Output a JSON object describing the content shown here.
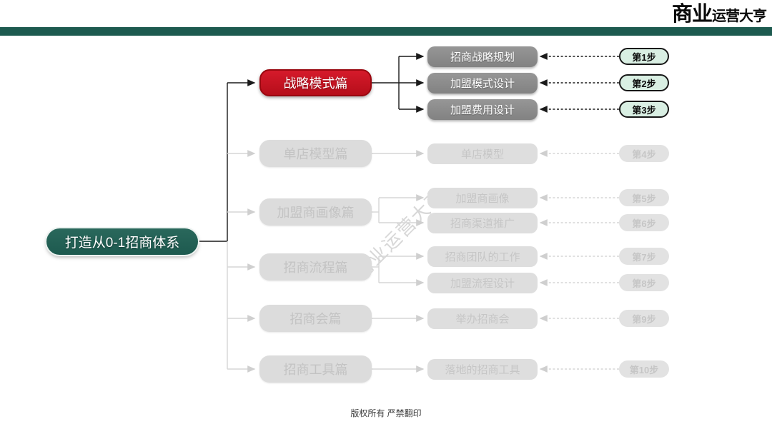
{
  "header": {
    "logo_primary": "商业",
    "logo_secondary": "运营大亨"
  },
  "root": {
    "label": "打造从0-1招商体系"
  },
  "watermark": "商业运营大亨",
  "footer": {
    "text": "版权所有 严禁翻印"
  },
  "colors": {
    "accent_green": "#1d5a4f",
    "accent_red": "#b60e1a",
    "active_node_gray": "#8a8a8a",
    "badge_mint": "#d9efe3",
    "faded_gray": "#dedede"
  },
  "groups": [
    {
      "label": "战略模式篇",
      "active": true,
      "items": [
        {
          "label": "招商战略规划",
          "step": "第1步"
        },
        {
          "label": "加盟模式设计",
          "step": "第2步"
        },
        {
          "label": "加盟费用设计",
          "step": "第3步"
        }
      ]
    },
    {
      "label": "单店模型篇",
      "active": false,
      "items": [
        {
          "label": "单店模型",
          "step": "第4步"
        }
      ]
    },
    {
      "label": "加盟商画像篇",
      "active": false,
      "items": [
        {
          "label": "加盟商画像",
          "step": "第5步"
        },
        {
          "label": "招商渠道推广",
          "step": "第6步"
        }
      ]
    },
    {
      "label": "招商流程篇",
      "active": false,
      "items": [
        {
          "label": "招商团队的工作",
          "step": "第7步"
        },
        {
          "label": "加盟流程设计",
          "step": "第8步"
        }
      ]
    },
    {
      "label": "招商会篇",
      "active": false,
      "items": [
        {
          "label": "举办招商会",
          "step": "第9步"
        }
      ]
    },
    {
      "label": "招商工具篇",
      "active": false,
      "items": [
        {
          "label": "落地的招商工具",
          "step": "第10步"
        }
      ]
    }
  ]
}
